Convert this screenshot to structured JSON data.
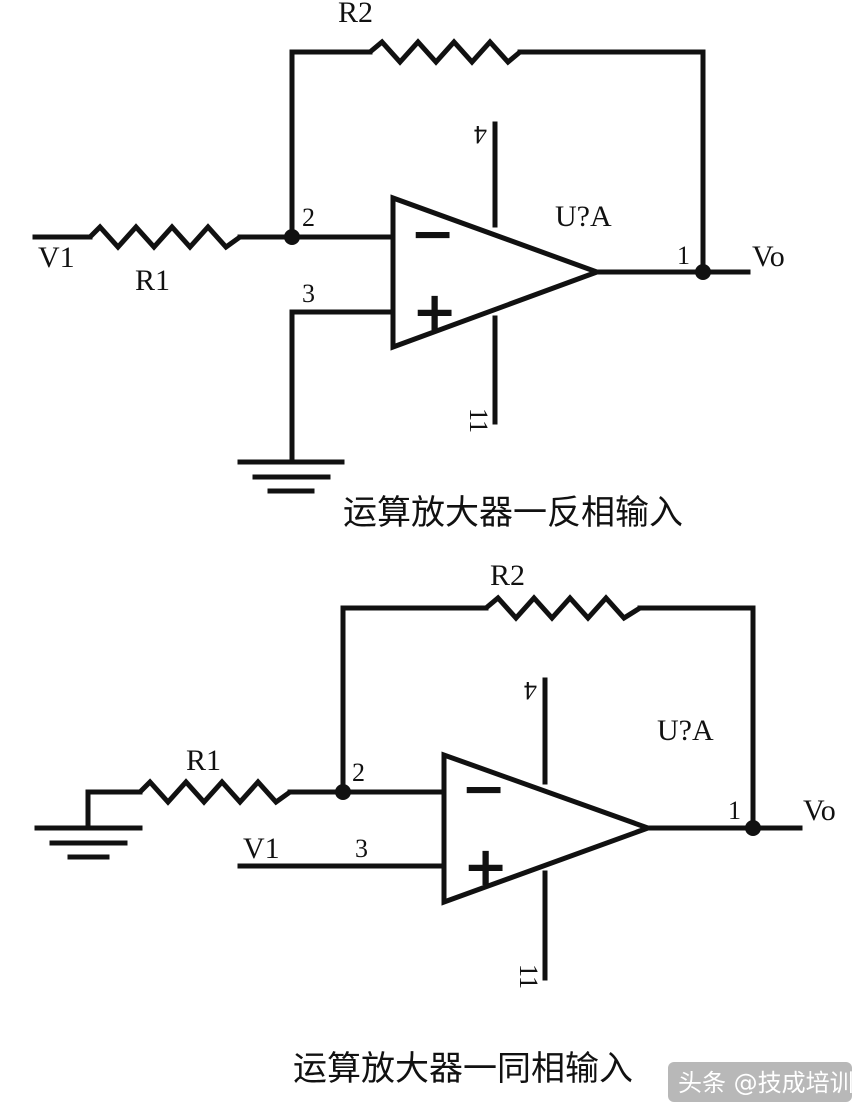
{
  "top_circuit": {
    "r2": "R2",
    "r1": "R1",
    "input": "V1",
    "output": "Vo",
    "opamp": "U?A",
    "pin_inv": "2",
    "pin_noninv": "3",
    "pin_out": "1",
    "pin_vpos": "4",
    "pin_vneg": "11",
    "sign_minus": "−",
    "sign_plus": "+",
    "caption": "运算放大器一反相输入"
  },
  "bottom_circuit": {
    "r2": "R2",
    "r1": "R1",
    "input": "V1",
    "output": "Vo",
    "opamp": "U?A",
    "pin_inv": "2",
    "pin_noninv": "3",
    "pin_out": "1",
    "pin_vpos": "4",
    "pin_vneg": "11",
    "sign_minus": "−",
    "sign_plus": "+",
    "caption": "运算放大器一同相输入"
  },
  "watermark": "头条 @技成培训"
}
